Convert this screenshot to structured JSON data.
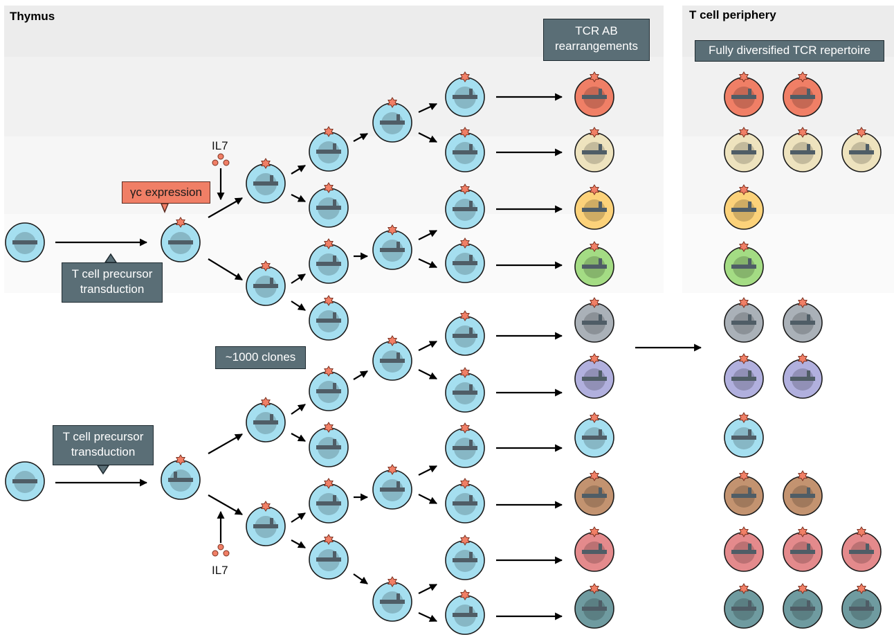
{
  "panels": {
    "thymus_title": "Thymus",
    "periphery_title": "T cell periphery"
  },
  "labels": {
    "tcr_ab": "TCR AB\nrearrangements",
    "fully_diversified": "Fully diversified TCR repertoire",
    "gamma_c": "γc expression",
    "precursor_top": "T cell precursor\ntransduction",
    "precursor_bottom": "T cell precursor\ntransduction",
    "clones": "~1000 clones",
    "il7_top": "IL7",
    "il7_bottom": "IL7"
  },
  "colors": {
    "red": "#f07f66",
    "cream": "#eee3be",
    "yellow": "#fcd27a",
    "green": "#a4dc84",
    "gray": "#aab1b8",
    "lavender": "#b1b0de",
    "lightblue": "#a5dff0",
    "brown": "#c39370",
    "pink": "#e48a8c",
    "teal": "#6f9ba0",
    "naive": "#a5dff0"
  },
  "periphery": [
    {
      "color": "red",
      "count": 2
    },
    {
      "color": "cream",
      "count": 3
    },
    {
      "color": "yellow",
      "count": 1
    },
    {
      "color": "green",
      "count": 1
    },
    {
      "color": "gray",
      "count": 2
    },
    {
      "color": "lavender",
      "count": 2
    },
    {
      "color": "lightblue",
      "count": 1
    },
    {
      "color": "brown",
      "count": 2
    },
    {
      "color": "pink",
      "count": 3
    },
    {
      "color": "teal",
      "count": 3
    }
  ]
}
